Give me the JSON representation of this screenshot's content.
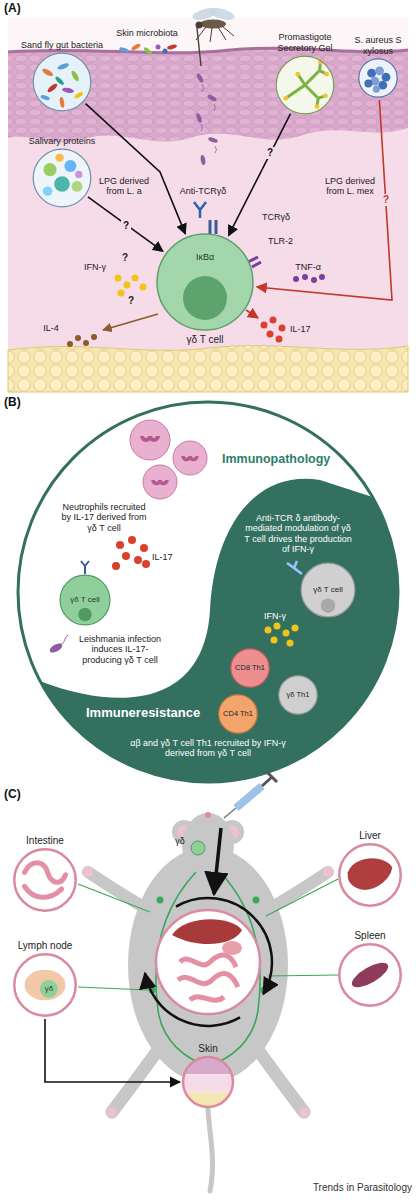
{
  "diagram": {
    "nodes": [
      {
        "text": [
          "Sand fly gut bacteria"
        ]
      },
      {
        "text": [
          "Salivary proteins"
        ]
      },
      {
        "text": [
          "Promastigote Secretory Gel"
        ]
      },
      {
        "text": [
          "S. aureus S xylosus"
        ]
      },
      {
        "text": [
          "γδ T cell"
        ]
      },
      {
        "text": [
          "γδ T cell"
        ]
      },
      {
        "text": [
          "γδ T cell"
        ]
      },
      {
        "text": [
          "CD8 Th1"
        ]
      },
      {
        "text": [
          "CD4 Th1"
        ]
      },
      {
        "text": [
          "γδ Th1"
        ]
      },
      {
        "text": [
          "Intestine"
        ]
      },
      {
        "text": [
          "Liver"
        ]
      },
      {
        "text": [
          "Spleen"
        ]
      },
      {
        "text": [
          "Lymph node"
        ]
      },
      {
        "text": [
          "Skin"
        ]
      }
    ],
    "edges": [
      {
        "from": 0,
        "to": 4,
        "arrow": "to"
      },
      {
        "from": 1,
        "to": 4,
        "label": "?",
        "arrow": "to"
      },
      {
        "from": 2,
        "to": 4,
        "label": "?",
        "arrow": "to"
      },
      {
        "from": 3,
        "to": 4,
        "label": "?",
        "arrow": "to"
      },
      {
        "from": 13,
        "to": 14,
        "arrow": "to"
      }
    ],
    "labels": [
      "(A)",
      "Skin microbiota",
      "LPG derived from L. a",
      "Anti-TCRγδ",
      "LPG derived from L. mex",
      "TCRγδ",
      "TLR-2",
      "IκBα",
      "IFN-γ",
      "TNF-α",
      "IL-17",
      "IL-4",
      "?",
      "?",
      "(B)",
      "Immunopathology",
      "Neutrophils recruited by IL-17 derived from γδ T cell",
      "IL-17",
      "Anti-TCR δ antibody-mediated modulation of γδ T cell drives the production of IFN-γ",
      "Leishmania infection induces IL-17-producing γδ T cell",
      "IFN-γ",
      "Immuneresistance",
      "αβ and γδ T cell Th1 recruited by IFN-γ derived from γδ T cell",
      "(C)",
      "γδ",
      "γδ",
      "Trends in Parasitology"
    ]
  }
}
